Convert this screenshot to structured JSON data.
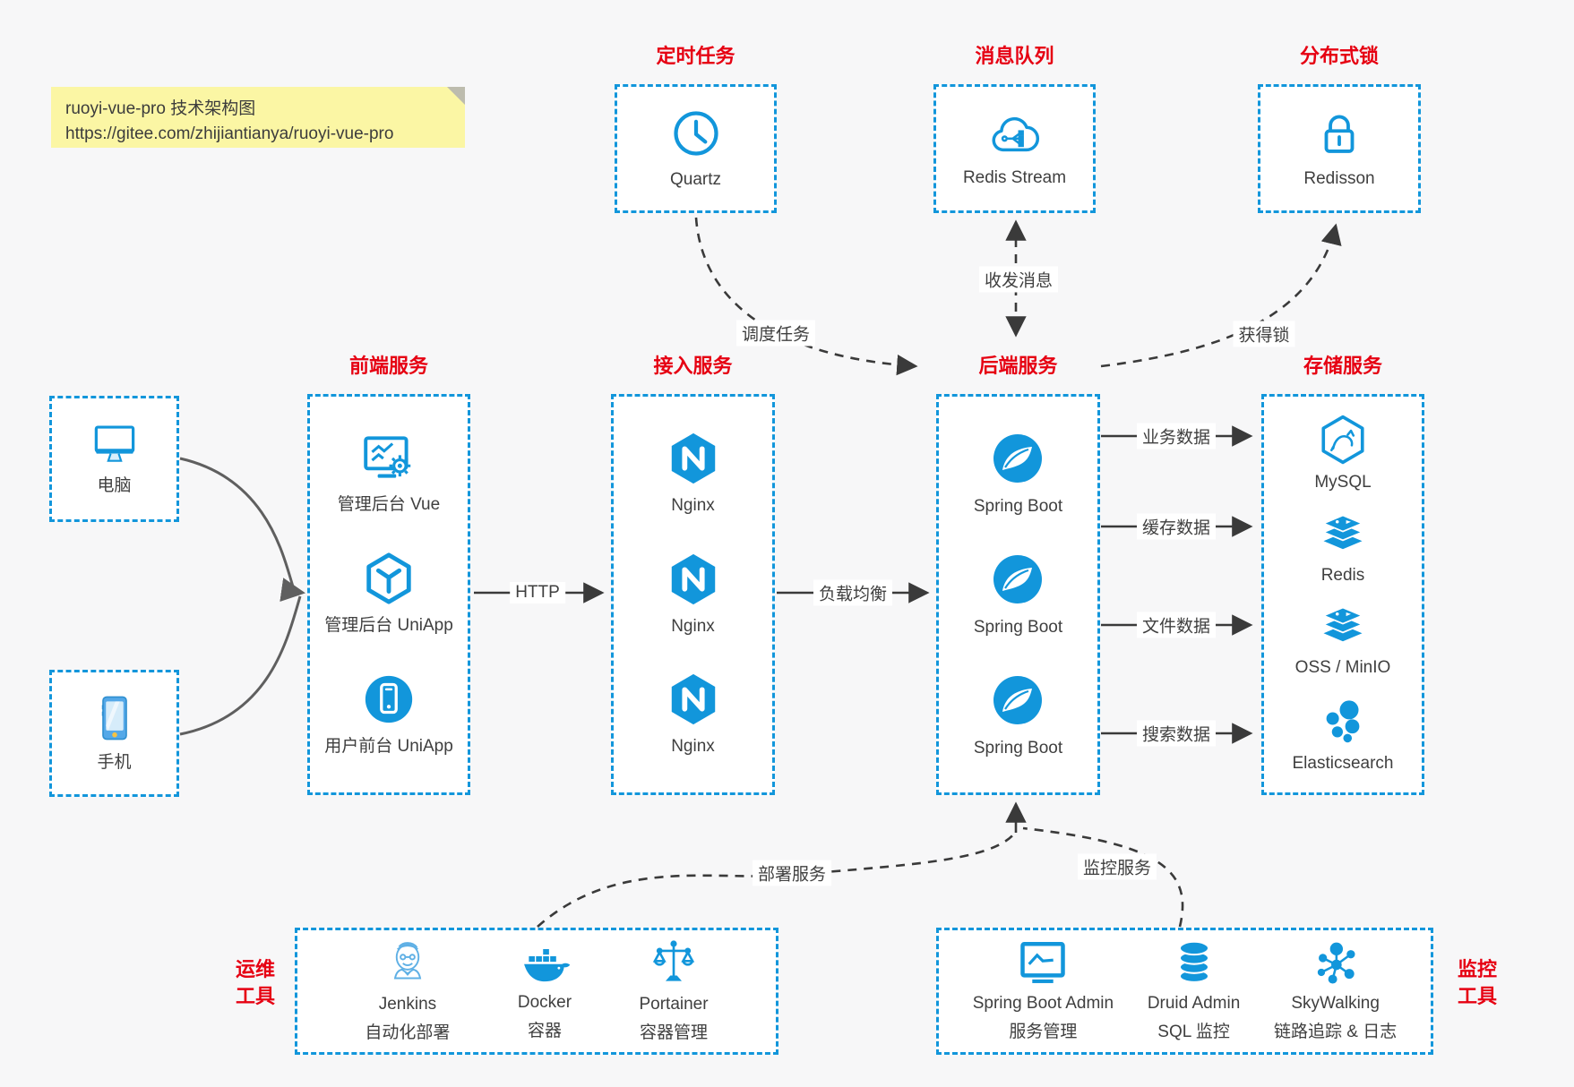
{
  "note": {
    "line1": "ruoyi-vue-pro 技术架构图",
    "line2": "https://gitee.com/zhijiantianya/ruoyi-vue-pro"
  },
  "clients": {
    "pc": "电脑",
    "mobile": "手机"
  },
  "groups": {
    "scheduled": {
      "title": "定时任务",
      "item": "Quartz",
      "icon": "clock-icon"
    },
    "mq": {
      "title": "消息队列",
      "item": "Redis Stream",
      "icon": "cloud-stream-icon"
    },
    "lock": {
      "title": "分布式锁",
      "item": "Redisson",
      "icon": "lock-icon"
    },
    "frontend": {
      "title": "前端服务",
      "items": [
        "管理后台 Vue",
        "管理后台 UniApp",
        "用户前台 UniApp"
      ]
    },
    "gateway": {
      "title": "接入服务",
      "items": [
        "Nginx",
        "Nginx",
        "Nginx"
      ]
    },
    "backend": {
      "title": "后端服务",
      "items": [
        "Spring Boot",
        "Spring Boot",
        "Spring Boot"
      ]
    },
    "storage": {
      "title": "存储服务",
      "items": [
        "MySQL",
        "Redis",
        "OSS / MinIO",
        "Elasticsearch"
      ]
    },
    "devops": {
      "title_line1": "运维",
      "title_line2": "工具",
      "items": [
        {
          "name": "Jenkins",
          "desc": "自动化部署"
        },
        {
          "name": "Docker",
          "desc": "容器"
        },
        {
          "name": "Portainer",
          "desc": "容器管理"
        }
      ]
    },
    "monitoring": {
      "title_line1": "监控",
      "title_line2": "工具",
      "items": [
        {
          "name": "Spring Boot Admin",
          "desc": "服务管理"
        },
        {
          "name": "Druid Admin",
          "desc": "SQL 监控"
        },
        {
          "name": "SkyWalking",
          "desc": "链路追踪 & 日志"
        }
      ]
    }
  },
  "edges": {
    "http": "HTTP",
    "load_balance": "负载均衡",
    "schedule": "调度任务",
    "messages": "收发消息",
    "acquire_lock": "获得锁",
    "business_data": "业务数据",
    "cache_data": "缓存数据",
    "file_data": "文件数据",
    "search_data": "搜索数据",
    "deploy": "部署服务",
    "monitor": "监控服务"
  },
  "colors": {
    "accent_blue": "#1296db",
    "title_red": "#e60012",
    "background": "#f7f7f8",
    "note_yellow": "#fbf6a4",
    "arrow_dark": "#3a3a3a"
  }
}
